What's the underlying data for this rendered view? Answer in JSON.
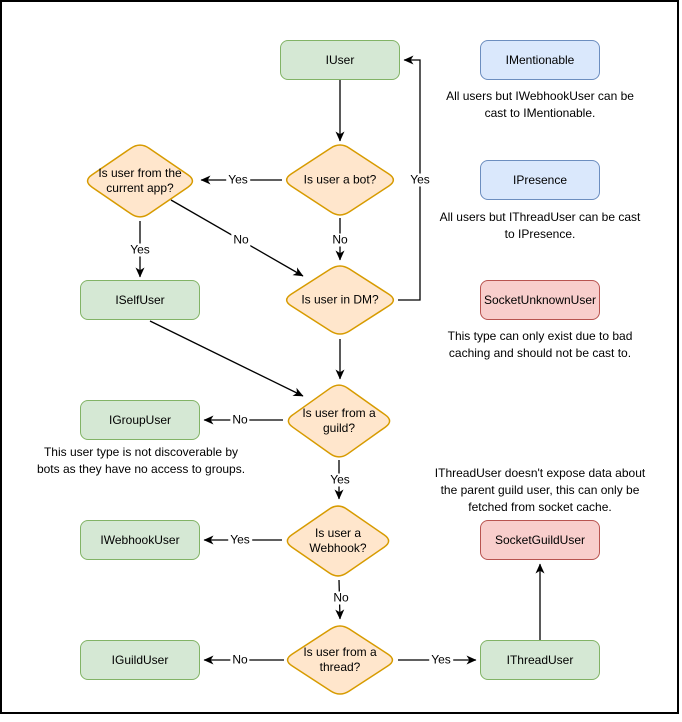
{
  "nodes": {
    "iuser": {
      "label": "IUser"
    },
    "imentionable": {
      "label": "IMentionable"
    },
    "ipresence": {
      "label": "IPresence"
    },
    "socket_unknown_user": {
      "label": "SocketUnknownUser"
    },
    "iself_user": {
      "label": "ISelfUser"
    },
    "igroup_user": {
      "label": "IGroupUser"
    },
    "iwebhook_user": {
      "label": "IWebhookUser"
    },
    "iguild_user": {
      "label": "IGuildUser"
    },
    "socket_guild_user": {
      "label": "SocketGuildUser"
    },
    "ithread_user": {
      "label": "IThreadUser"
    }
  },
  "decisions": {
    "is_bot": {
      "label": "Is user a bot?"
    },
    "is_current_app": {
      "label": "Is user from the current app?"
    },
    "is_dm": {
      "label": "Is user in DM?"
    },
    "is_guild": {
      "label": "Is user from a guild?"
    },
    "is_webhook": {
      "label": "Is user a Webhook?"
    },
    "is_thread": {
      "label": "Is user from a thread?"
    }
  },
  "notes": {
    "mentionable": "All users but IWebhookUser can be cast to IMentionable.",
    "presence": "All users but IThreadUser can be cast to IPresence.",
    "unknown": "This type can only exist due to bad caching and should not be cast to.",
    "group": "This user type is not discoverable by bots as they have no access to groups.",
    "thread": "IThreadUser doesn't expose data about the parent guild user, this can only be fetched from socket cache."
  },
  "edge_labels": {
    "bot_yes": "Yes",
    "bot_no": "No",
    "app_yes": "Yes",
    "app_no": "No",
    "dm_yes": "Yes",
    "guild_no": "No",
    "guild_yes": "Yes",
    "webhook_yes": "Yes",
    "webhook_no": "No",
    "thread_no": "No",
    "thread_yes": "Yes"
  },
  "colors": {
    "green_fill": "#d5e8d4",
    "green_stroke": "#82b366",
    "blue_fill": "#dae8fc",
    "blue_stroke": "#6c8ebf",
    "red_fill": "#f8cecc",
    "red_stroke": "#b85450",
    "orange_fill": "#ffe6cc",
    "orange_stroke": "#d79b00",
    "edge": "#000000"
  }
}
